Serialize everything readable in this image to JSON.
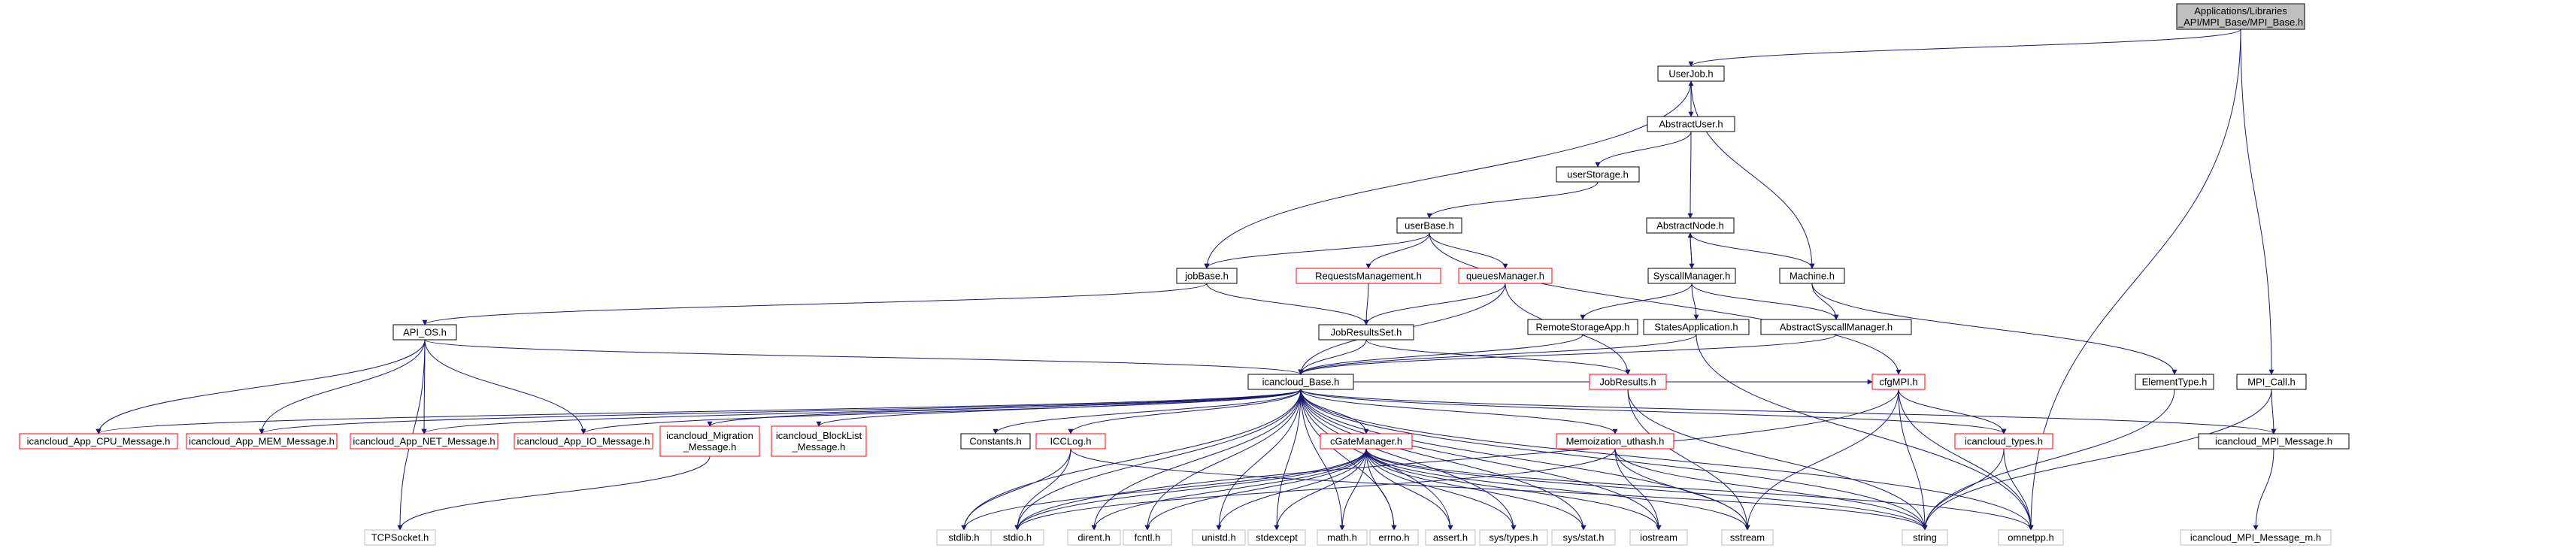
{
  "diagram": {
    "root": [
      "Applications/Libraries",
      "_API/MPI_Base/MPI_Base.h"
    ],
    "nodes": {
      "userjob": [
        "UserJob.h"
      ],
      "mpicall": [
        "MPI_Call.h"
      ],
      "abstractuser": [
        "AbstractUser.h"
      ],
      "userstorage": [
        "userStorage.h"
      ],
      "abstractnode": [
        "AbstractNode.h"
      ],
      "userbase": [
        "userBase.h"
      ],
      "syscallmanager": [
        "SyscallManager.h"
      ],
      "machine": [
        "Machine.h"
      ],
      "jobbase": [
        "jobBase.h"
      ],
      "requestsmanagement": [
        "RequestsManagement.h"
      ],
      "queuesmanager": [
        "queuesManager.h"
      ],
      "remotestorageapp": [
        "RemoteStorageApp.h"
      ],
      "statesapplication": [
        "StatesApplication.h"
      ],
      "abstractsyscallmanager": [
        "AbstractSyscallManager.h"
      ],
      "apios": [
        "API_OS.h"
      ],
      "jobresultsset": [
        "JobResultsSet.h"
      ],
      "elementtype": [
        "ElementType.h"
      ],
      "icancloudbase": [
        "icancloud_Base.h"
      ],
      "jobresults": [
        "JobResults.h"
      ],
      "cfgmpi": [
        "cfgMPI.h"
      ],
      "icancloudmpimessage": [
        "icancloud_MPI_Message.h"
      ],
      "cpumsg": [
        "icancloud_App_CPU_Message.h"
      ],
      "memmsg": [
        "icancloud_App_MEM_Message.h"
      ],
      "netmsg": [
        "icancloud_App_NET_Message.h"
      ],
      "iomsg": [
        "icancloud_App_IO_Message.h"
      ],
      "migrationmsg": [
        "icancloud_Migration",
        "_Message.h"
      ],
      "blocklistmsg": [
        "icancloud_BlockList",
        "_Message.h"
      ],
      "constants": [
        "Constants.h"
      ],
      "icclog": [
        "ICCLog.h"
      ],
      "cgatemanager": [
        "cGateManager.h"
      ],
      "memoization": [
        "Memoization_uthash.h"
      ],
      "icancloudtypes": [
        "icancloud_types.h"
      ],
      "tcpsocket": [
        "TCPSocket.h"
      ],
      "stdlib": [
        "stdlib.h"
      ],
      "stdio": [
        "stdio.h"
      ],
      "dirent": [
        "dirent.h"
      ],
      "fcntl": [
        "fcntl.h"
      ],
      "unistd": [
        "unistd.h"
      ],
      "stdexcept": [
        "stdexcept"
      ],
      "math": [
        "math.h"
      ],
      "errno": [
        "errno.h"
      ],
      "assert": [
        "assert.h"
      ],
      "systypes": [
        "sys/types.h"
      ],
      "sysstat": [
        "sys/stat.h"
      ],
      "iostream": [
        "iostream"
      ],
      "sstream": [
        "sstream"
      ],
      "string": [
        "string"
      ],
      "omnetpp": [
        "omnetpp.h"
      ],
      "mpimessagem": [
        "icancloud_MPI_Message_m.h"
      ]
    }
  }
}
